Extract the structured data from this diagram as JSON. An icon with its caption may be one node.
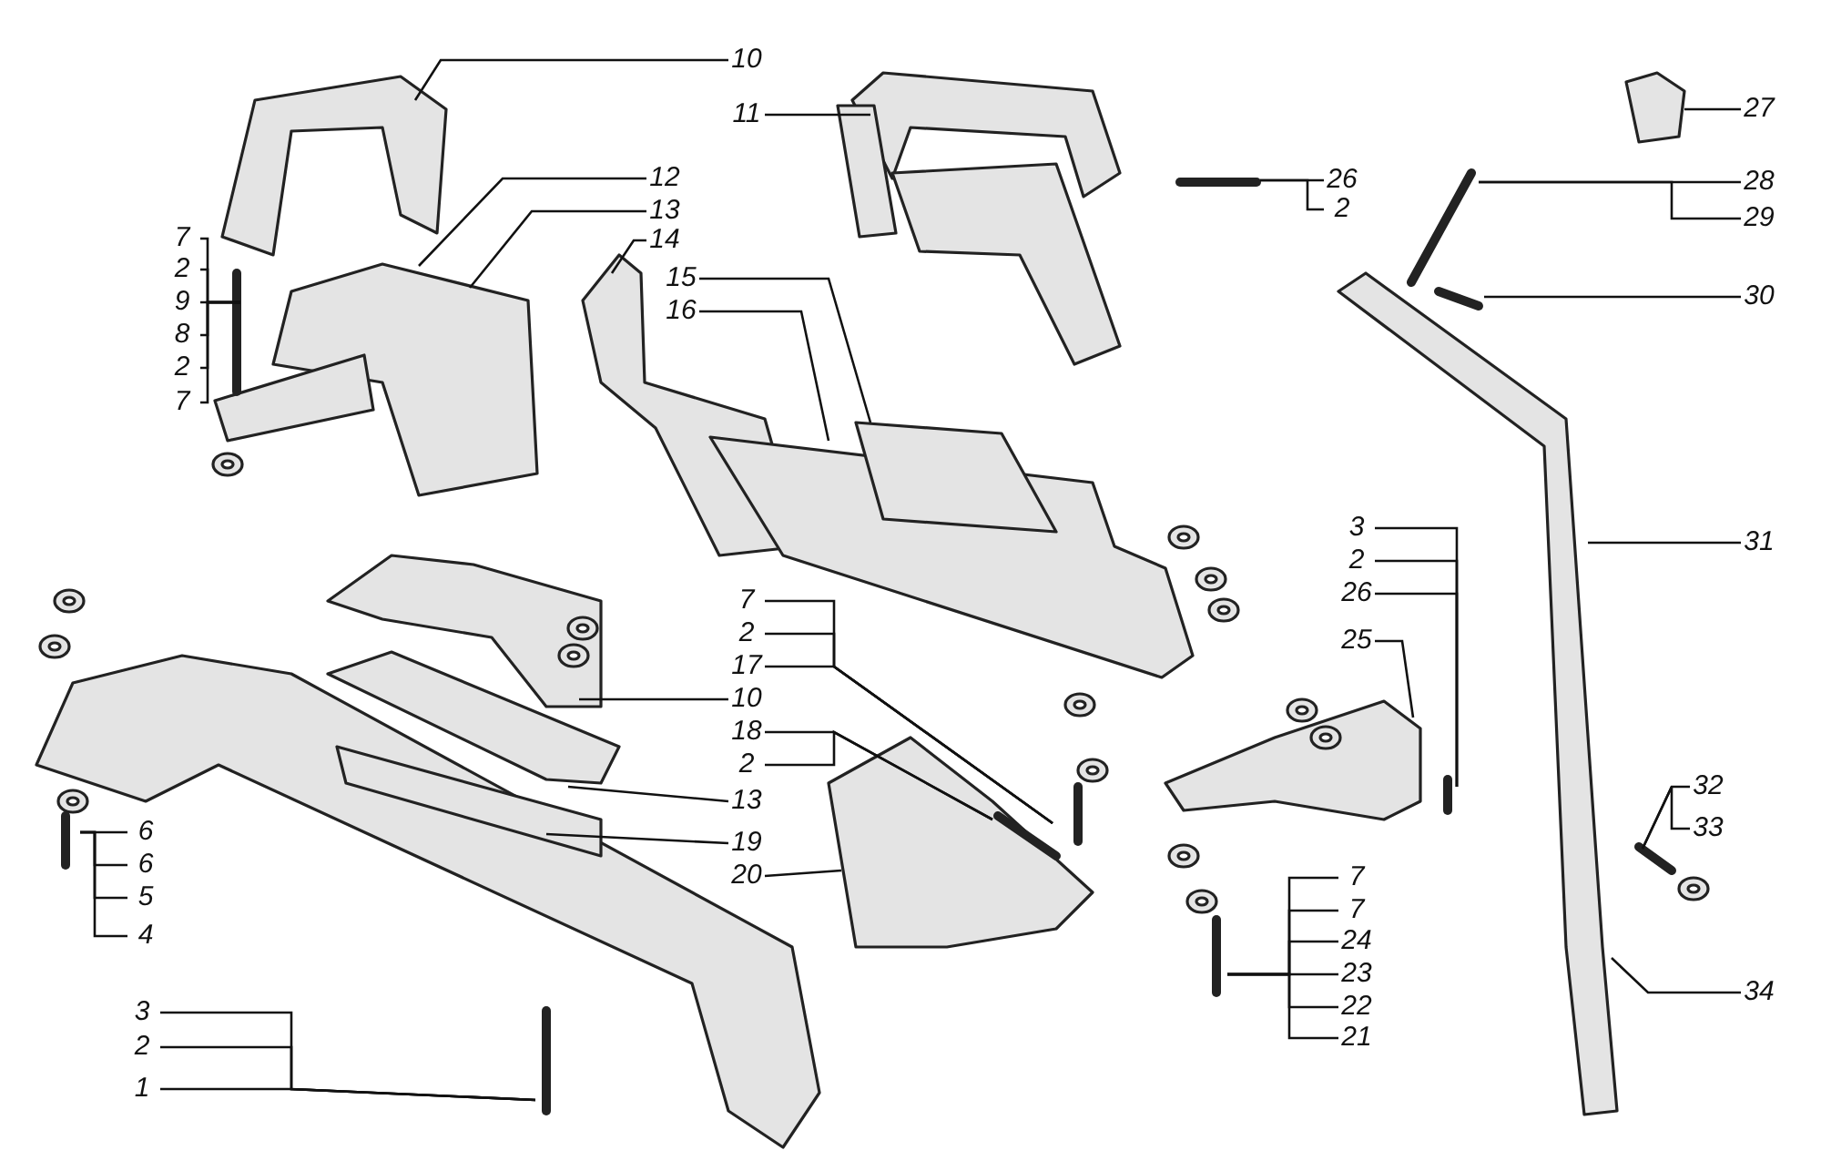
{
  "diagram": {
    "nodes": [
      {
        "text": [
          "10"
        ]
      },
      {
        "text": [
          "11"
        ]
      },
      {
        "text": [
          "12"
        ]
      },
      {
        "text": [
          "13"
        ]
      },
      {
        "text": [
          "14"
        ]
      },
      {
        "text": [
          "15"
        ]
      },
      {
        "text": [
          "16"
        ]
      },
      {
        "text": [
          "7"
        ]
      },
      {
        "text": [
          "2"
        ]
      },
      {
        "text": [
          "9"
        ]
      },
      {
        "text": [
          "8"
        ]
      },
      {
        "text": [
          "2"
        ]
      },
      {
        "text": [
          "7"
        ]
      },
      {
        "text": [
          "26"
        ]
      },
      {
        "text": [
          "2"
        ]
      },
      {
        "text": [
          "27"
        ]
      },
      {
        "text": [
          "28"
        ]
      },
      {
        "text": [
          "29"
        ]
      },
      {
        "text": [
          "30"
        ]
      },
      {
        "text": [
          "31"
        ]
      },
      {
        "text": [
          "3"
        ]
      },
      {
        "text": [
          "2"
        ]
      },
      {
        "text": [
          "26"
        ]
      },
      {
        "text": [
          "25"
        ]
      },
      {
        "text": [
          "7"
        ]
      },
      {
        "text": [
          "2"
        ]
      },
      {
        "text": [
          "17"
        ]
      },
      {
        "text": [
          "10"
        ]
      },
      {
        "text": [
          "18"
        ]
      },
      {
        "text": [
          "2"
        ]
      },
      {
        "text": [
          "13"
        ]
      },
      {
        "text": [
          "19"
        ]
      },
      {
        "text": [
          "20"
        ]
      },
      {
        "text": [
          "32"
        ]
      },
      {
        "text": [
          "33"
        ]
      },
      {
        "text": [
          "6"
        ]
      },
      {
        "text": [
          "6"
        ]
      },
      {
        "text": [
          "5"
        ]
      },
      {
        "text": [
          "4"
        ]
      },
      {
        "text": [
          "7"
        ]
      },
      {
        "text": [
          "7"
        ]
      },
      {
        "text": [
          "24"
        ]
      },
      {
        "text": [
          "23"
        ]
      },
      {
        "text": [
          "22"
        ]
      },
      {
        "text": [
          "21"
        ]
      },
      {
        "text": [
          "34"
        ]
      },
      {
        "text": [
          "3"
        ]
      },
      {
        "text": [
          "2"
        ]
      },
      {
        "text": [
          "1"
        ]
      }
    ],
    "edges": [
      {
        "from": 0,
        "to": null,
        "arrow": "none"
      },
      {
        "from": 1,
        "to": null,
        "arrow": "none"
      },
      {
        "from": 2,
        "to": null,
        "arrow": "none"
      },
      {
        "from": 3,
        "to": null,
        "arrow": "none"
      },
      {
        "from": 4,
        "to": null,
        "arrow": "none"
      },
      {
        "from": 5,
        "to": null,
        "arrow": "none"
      },
      {
        "from": 6,
        "to": null,
        "arrow": "none"
      },
      {
        "from": 7,
        "to": null,
        "arrow": "none"
      },
      {
        "from": 8,
        "to": null,
        "arrow": "none"
      },
      {
        "from": 9,
        "to": null,
        "arrow": "none"
      },
      {
        "from": 10,
        "to": null,
        "arrow": "none"
      },
      {
        "from": 11,
        "to": null,
        "arrow": "none"
      },
      {
        "from": 12,
        "to": null,
        "arrow": "none"
      },
      {
        "from": 13,
        "to": null,
        "arrow": "none"
      },
      {
        "from": 14,
        "to": null,
        "arrow": "none"
      },
      {
        "from": 15,
        "to": null,
        "arrow": "none"
      },
      {
        "from": 16,
        "to": null,
        "arrow": "none"
      },
      {
        "from": 17,
        "to": null,
        "arrow": "none"
      },
      {
        "from": 18,
        "to": null,
        "arrow": "none"
      },
      {
        "from": 19,
        "to": null,
        "arrow": "none"
      },
      {
        "from": 20,
        "to": null,
        "arrow": "none"
      },
      {
        "from": 21,
        "to": null,
        "arrow": "none"
      },
      {
        "from": 22,
        "to": null,
        "arrow": "none"
      },
      {
        "from": 23,
        "to": null,
        "arrow": "none"
      },
      {
        "from": 24,
        "to": null,
        "arrow": "none"
      },
      {
        "from": 25,
        "to": null,
        "arrow": "none"
      },
      {
        "from": 26,
        "to": null,
        "arrow": "none"
      },
      {
        "from": 27,
        "to": null,
        "arrow": "none"
      },
      {
        "from": 28,
        "to": null,
        "arrow": "none"
      },
      {
        "from": 29,
        "to": null,
        "arrow": "none"
      },
      {
        "from": 30,
        "to": null,
        "arrow": "none"
      },
      {
        "from": 31,
        "to": null,
        "arrow": "none"
      },
      {
        "from": 32,
        "to": null,
        "arrow": "none"
      },
      {
        "from": 33,
        "to": null,
        "arrow": "none"
      },
      {
        "from": 34,
        "to": null,
        "arrow": "none"
      },
      {
        "from": 35,
        "to": null,
        "arrow": "none"
      },
      {
        "from": 36,
        "to": null,
        "arrow": "none"
      },
      {
        "from": 37,
        "to": null,
        "arrow": "none"
      },
      {
        "from": 38,
        "to": null,
        "arrow": "none"
      },
      {
        "from": 39,
        "to": null,
        "arrow": "none"
      },
      {
        "from": 40,
        "to": null,
        "arrow": "none"
      },
      {
        "from": 41,
        "to": null,
        "arrow": "none"
      },
      {
        "from": 42,
        "to": null,
        "arrow": "none"
      },
      {
        "from": 43,
        "to": null,
        "arrow": "none"
      },
      {
        "from": 44,
        "to": null,
        "arrow": "none"
      },
      {
        "from": 45,
        "to": null,
        "arrow": "none"
      },
      {
        "from": 46,
        "to": null,
        "arrow": "none"
      },
      {
        "from": 47,
        "to": null,
        "arrow": "none"
      },
      {
        "from": 48,
        "to": null,
        "arrow": "none"
      }
    ]
  }
}
